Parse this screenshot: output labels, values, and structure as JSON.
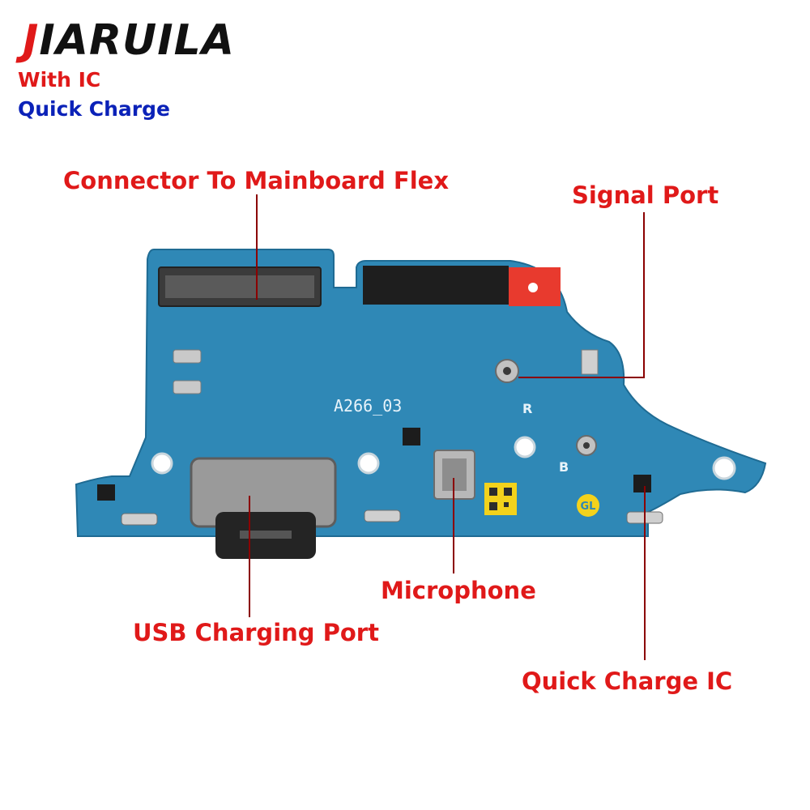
{
  "brand": {
    "first_letter": "J",
    "rest": "IARUILA"
  },
  "subtitle": {
    "line1": "With IC",
    "line2": "Quick Charge"
  },
  "callouts": {
    "connector": "Connector To Mainboard Flex",
    "signal": "Signal Port",
    "microphone": "Microphone",
    "usb": "USB Charging Port",
    "quick_ic": "Quick Charge IC"
  },
  "board": {
    "silkscreen": "A266_03",
    "mark_r": "R",
    "mark_b": "B",
    "logo": "GL"
  },
  "colors": {
    "pcb": "#2e86b4",
    "label_red": "#e01919",
    "label_blue": "#0b22b8",
    "leader": "#8b0000"
  }
}
